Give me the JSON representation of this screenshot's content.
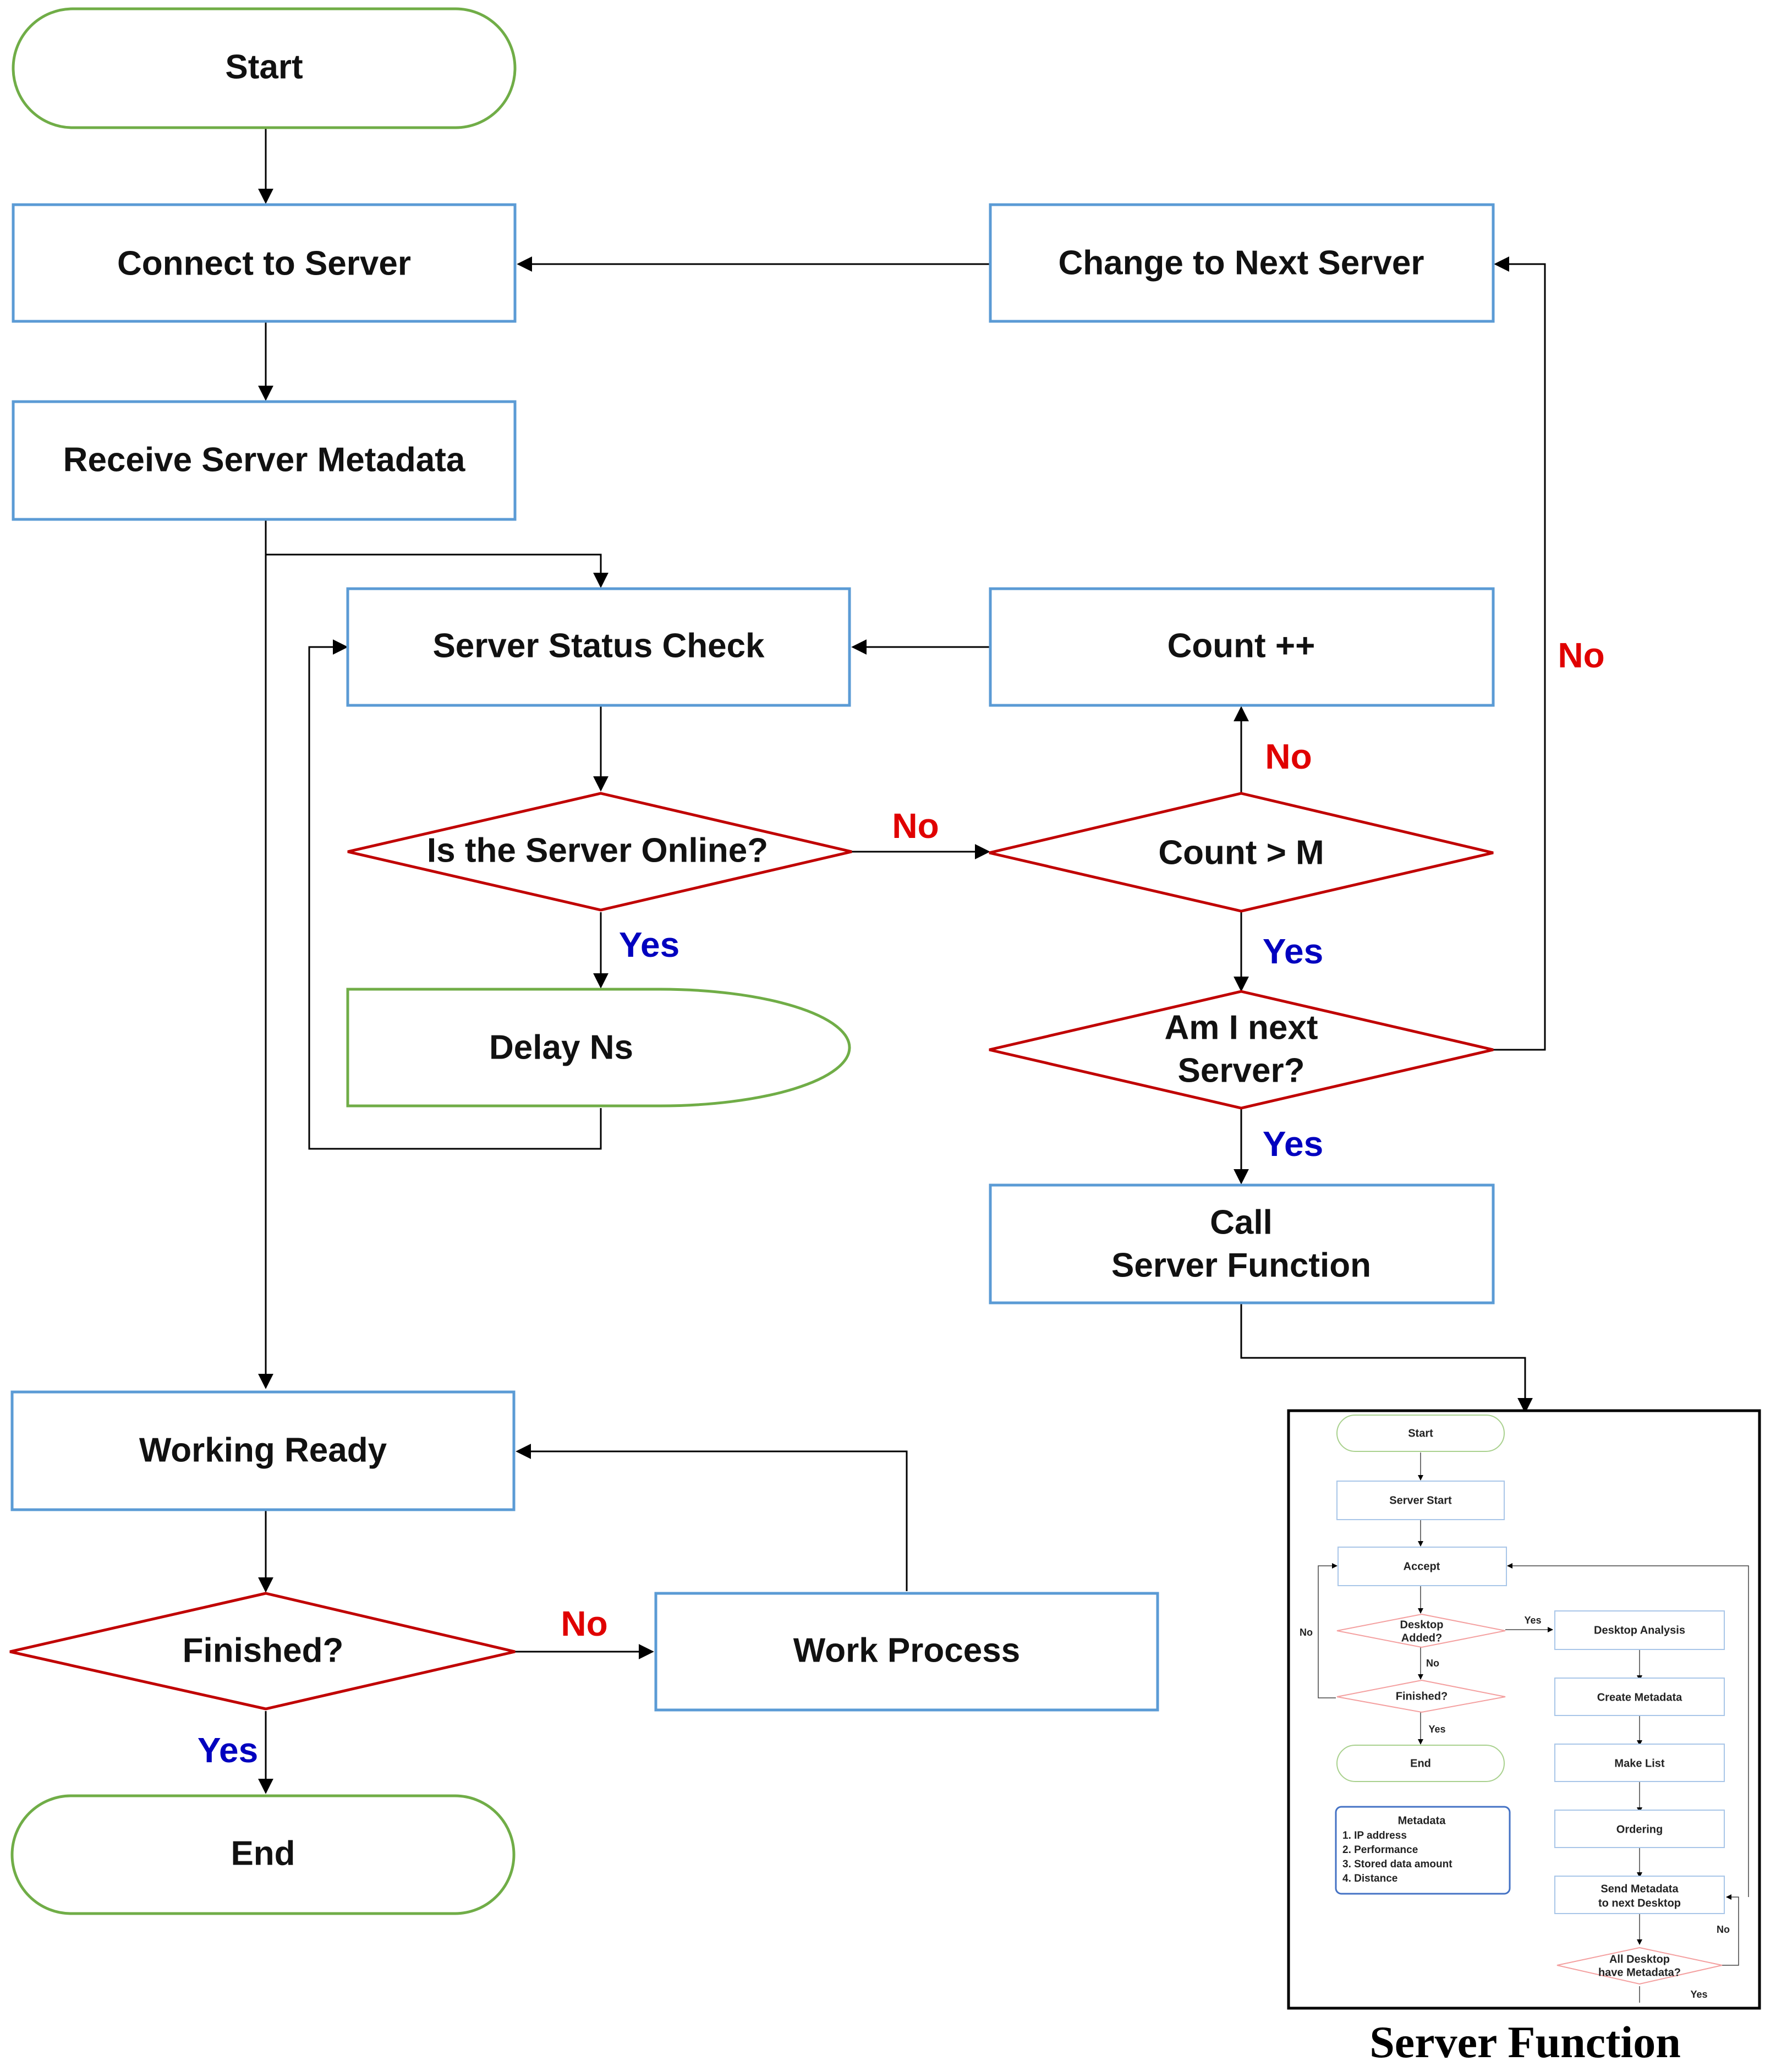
{
  "nodes": {
    "start": "Start",
    "connect": "Connect to Server",
    "receive": "Receive Server Metadata",
    "status_check": "Server Status Check",
    "online": "Is the Server Online?",
    "delay": "Delay Ns",
    "count_inc": "Count ++",
    "count_gt": "Count > M",
    "next_server_q": [
      "Am I next",
      "Server?"
    ],
    "change_next": "Change to Next Server",
    "call_fn": [
      "Call",
      "Server Function"
    ],
    "working_ready": "Working Ready",
    "finished": "Finished?",
    "work_process": "Work Process",
    "end": "End"
  },
  "labels": {
    "no_online": "No",
    "yes_online": "Yes",
    "no_count": "No",
    "yes_count": "Yes",
    "no_next": "No",
    "yes_next": "Yes",
    "no_finished": "No",
    "yes_finished": "Yes"
  },
  "server_function": {
    "caption": "Server Function",
    "nodes": {
      "start": "Start",
      "server_start": "Server Start",
      "accept": "Accept",
      "desktop_added": [
        "Desktop",
        "Added?"
      ],
      "finished": "Finished?",
      "end": "End",
      "desktop_analysis": "Desktop Analysis",
      "create_metadata": "Create Metadata",
      "make_list": "Make List",
      "ordering": "Ordering",
      "send_metadata": [
        "Send Metadata",
        "to next Desktop"
      ],
      "all_desktop": [
        "All Desktop",
        "have Metadata?"
      ]
    },
    "labels": {
      "no_left": "No",
      "yes_added": "Yes",
      "no_added": "No",
      "yes_finished": "Yes",
      "no_all": "No",
      "yes_all": "Yes"
    },
    "metadata": {
      "title": "Metadata",
      "items": [
        "1.  IP address",
        "2.  Performance",
        "3.  Stored data amount",
        "4.  Distance"
      ]
    }
  },
  "colors": {
    "process_border": "#5b9bd5",
    "terminal_border": "#70ad47",
    "decision_border": "#c00000",
    "yes_text": "#0000bf",
    "no_text": "#e00000"
  }
}
